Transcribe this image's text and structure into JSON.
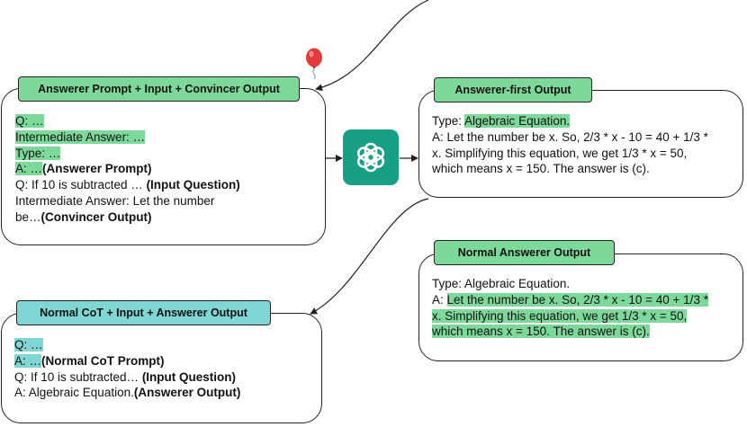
{
  "answerer_prompt": {
    "title": "Answerer Prompt + Input + Convincer Output",
    "lines": [
      {
        "hl": "Q: …",
        "rest": "",
        "bold": ""
      },
      {
        "hl": "Intermediate Answer: …",
        "rest": "",
        "bold": ""
      },
      {
        "hl": "Type: …",
        "rest": "",
        "bold": ""
      },
      {
        "hl": "A: …",
        "rest": "",
        "bold": "(Answerer Prompt)"
      },
      {
        "hl": "",
        "rest": "Q: If 10 is subtracted … ",
        "bold": "(Input Question)"
      },
      {
        "hl": "",
        "rest": "Intermediate Answer: Let the number",
        "bold": ""
      },
      {
        "hl": "",
        "rest": "be…",
        "bold": "(Convincer Output)"
      }
    ]
  },
  "answerer_first": {
    "title": "Answerer-first Output",
    "type_prefix": "Type: ",
    "type_value": "Algebraic Equation.",
    "lines": [
      "A: Let the number be x. So, 2/3 * x - 10 = 40 + 1/3 *",
      "x. Simplifying this equation, we get 1/3 * x = 50,",
      "which means x = 150. The answer is (c)."
    ]
  },
  "normal_answerer": {
    "title": "Normal Answerer Output",
    "type_line": "Type: Algebraic Equation.",
    "a_prefix": "A: ",
    "lines": [
      "Let the number be x. So, 2/3 * x - 10 = 40 + 1/3 *",
      "x. Simplifying this equation, we get 1/3 * x = 50,",
      "which means x = 150. The answer is (c)."
    ]
  },
  "normal_cot": {
    "title": "Normal CoT + Input + Answerer Output",
    "lines": [
      {
        "hl": "Q: …",
        "rest": "",
        "bold": ""
      },
      {
        "hl": "A: …",
        "rest": "",
        "bold": "(Normal CoT Prompt)"
      },
      {
        "hl": "",
        "rest": "Q: If 10 is subtracted… ",
        "bold": "(Input Question)"
      },
      {
        "hl": "",
        "rest": "A: Algebraic Equation.",
        "bold": "(Answerer Output)"
      }
    ]
  },
  "icons": {
    "model": "openai-logo-icon",
    "balloon": "balloon-icon"
  },
  "colors": {
    "green": "#7dd99a",
    "teal": "#7fd6d2",
    "logo_bg": "#17a085"
  }
}
